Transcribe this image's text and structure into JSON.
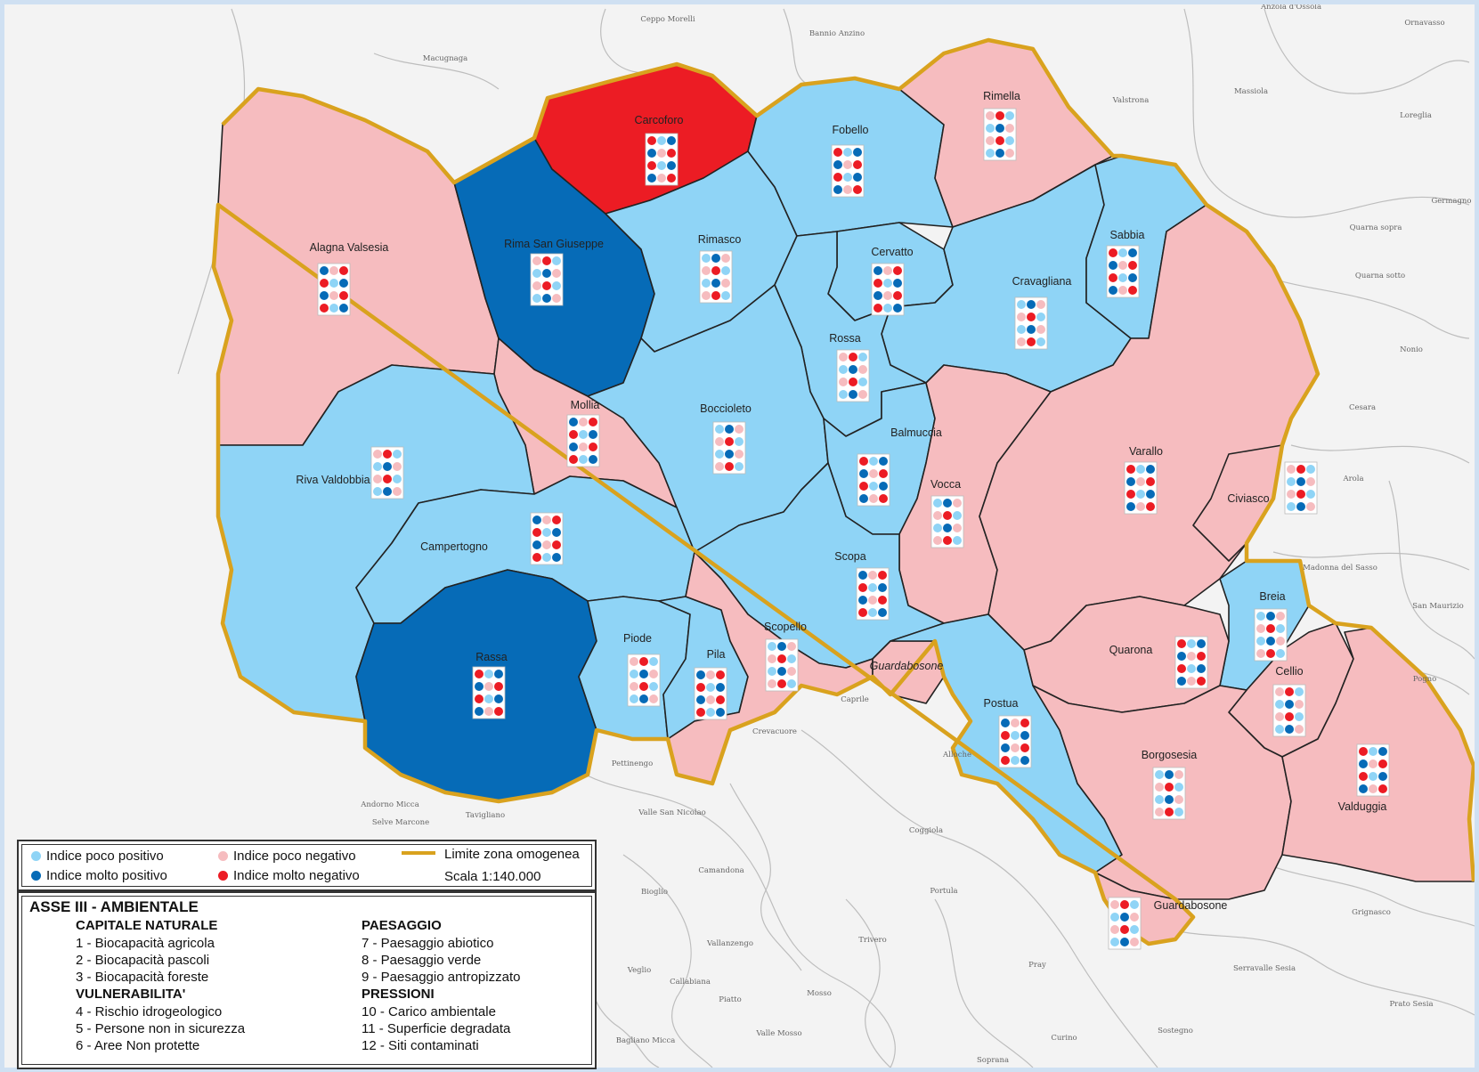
{
  "colors": {
    "poco_positivo": "#8fd4f6",
    "molto_positivo": "#066bb7",
    "poco_negativo": "#f6bcbf",
    "molto_negativo": "#ec1c24",
    "limite": "#d9a21e"
  },
  "municipalities": [
    {
      "name": "Carcoforo",
      "class": "molto_negativo"
    },
    {
      "name": "Rima San Giuseppe",
      "class": "molto_positivo"
    },
    {
      "name": "Alagna Valsesia",
      "class": "poco_negativo"
    },
    {
      "name": "Rimasco",
      "class": "poco_positivo"
    },
    {
      "name": "Fobello",
      "class": "poco_positivo"
    },
    {
      "name": "Rimella",
      "class": "poco_negativo"
    },
    {
      "name": "Cervatto",
      "class": "poco_positivo"
    },
    {
      "name": "Cravagliana",
      "class": "poco_positivo"
    },
    {
      "name": "Sabbia",
      "class": "poco_positivo"
    },
    {
      "name": "Rossa",
      "class": "poco_positivo"
    },
    {
      "name": "Mollia",
      "class": "poco_negativo"
    },
    {
      "name": "Boccioleto",
      "class": "poco_positivo"
    },
    {
      "name": "Balmuccia",
      "class": "poco_positivo"
    },
    {
      "name": "Riva Valdobbia",
      "class": "poco_positivo"
    },
    {
      "name": "Campertogno",
      "class": "poco_positivo"
    },
    {
      "name": "Vocca",
      "class": "poco_negativo"
    },
    {
      "name": "Varallo",
      "class": "poco_negativo"
    },
    {
      "name": "Civiasco",
      "class": "poco_negativo"
    },
    {
      "name": "Scopa",
      "class": "poco_positivo"
    },
    {
      "name": "Breia",
      "class": "poco_positivo"
    },
    {
      "name": "Rassa",
      "class": "molto_positivo"
    },
    {
      "name": "Piode",
      "class": "poco_positivo"
    },
    {
      "name": "Pila",
      "class": "poco_positivo"
    },
    {
      "name": "Scopello",
      "class": "poco_negativo"
    },
    {
      "name": "Quarona",
      "class": "poco_negativo"
    },
    {
      "name": "Cellio",
      "class": "poco_negativo"
    },
    {
      "name": "Postua",
      "class": "poco_positivo"
    },
    {
      "name": "Borgosesia",
      "class": "poco_negativo"
    },
    {
      "name": "Valduggia",
      "class": "poco_negativo"
    },
    {
      "name": "Guardabosone",
      "class": "poco_negativo"
    }
  ],
  "small_labels": [
    "Guardabosone"
  ],
  "places": [
    "Ceppo Morelli",
    "Bannio Anzino",
    "Anzola d'Ossola",
    "Ornavasso",
    "Macugnaga",
    "Valstrona",
    "Massiola",
    "Loreglia",
    "Germagno",
    "Quarna sopra",
    "Quarna sotto",
    "Nonio",
    "Cesara",
    "Arola",
    "Madonna del Sasso",
    "San Maurizio",
    "Pogno",
    "Caprile",
    "Crevacuore",
    "Alloche",
    "Pettinengo",
    "Valle San Nicolao",
    "Coggiola",
    "Andorno Micca",
    "Tavigliano",
    "Selve Marcone",
    "Camandona",
    "Bioglio",
    "Portula",
    "Trivero",
    "Grignasco",
    "Vallanzengo",
    "Veglio",
    "Callabiana",
    "Piatto",
    "Mosso",
    "Pray",
    "Serravalle Sesia",
    "Prato Sesia",
    "Sostegno",
    "Curino",
    "Soprana",
    "Valle Mosso",
    "Bagliano Micca"
  ],
  "legend": {
    "items": [
      {
        "label": "Indice poco positivo",
        "color": "#8fd4f6"
      },
      {
        "label": "Indice poco negativo",
        "color": "#f6bcbf"
      },
      {
        "label": "Indice molto positivo",
        "color": "#066bb7"
      },
      {
        "label": "Indice molto negativo",
        "color": "#ec1c24"
      }
    ],
    "limit_label": "Limite zona omogenea",
    "scale": "Scala 1:140.000"
  },
  "axis_legend": {
    "title": "ASSE III - AMBIENTALE",
    "groups": [
      {
        "heading": "CAPITALE NATURALE",
        "items": [
          "1 - Biocapacità agricola",
          "2 - Biocapacità pascoli",
          "3 - Biocapacità foreste"
        ]
      },
      {
        "heading": "VULNERABILITA'",
        "items": [
          "4 - Rischio idrogeologico",
          "5 - Persone non in sicurezza",
          "6 - Aree Non protette"
        ]
      },
      {
        "heading": "PAESAGGIO",
        "items": [
          "7 - Paesaggio abiotico",
          "8 - Paesaggio verde",
          "9 - Paesaggio antropizzato"
        ]
      },
      {
        "heading": "PRESSIONI",
        "items": [
          "10 - Carico ambientale",
          "11 - Superficie degradata",
          "12 - Siti contaminati"
        ]
      }
    ]
  }
}
